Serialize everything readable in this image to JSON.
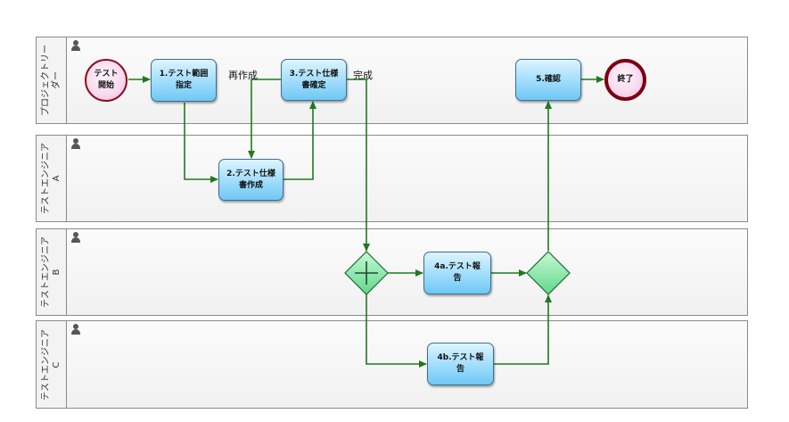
{
  "lanes": [
    {
      "id": "pl",
      "label": "プロジェクトリー\nダー"
    },
    {
      "id": "ea",
      "label": "テストエンジニア\nA"
    },
    {
      "id": "eb",
      "label": "テストエンジニア\nB"
    },
    {
      "id": "ec",
      "label": "テストエンジニア\nC"
    }
  ],
  "events": {
    "start": "テスト\n開始",
    "end": "終了"
  },
  "tasks": {
    "t1": "1.テスト範囲\n指定",
    "t2": "2.テスト仕様\n書作成",
    "t3": "3.テスト仕様\n書確定",
    "t4a": "4a.テスト報\n告",
    "t4b": "4b.テスト報\n告",
    "t5": "5.確認"
  },
  "flow_labels": {
    "rework": "再作成",
    "done": "完成"
  },
  "colors": {
    "flow": "#1f7a1f",
    "gateway_fill": "#7fe6a0",
    "end_border": "#7a0010",
    "start_border": "#8a1020"
  }
}
